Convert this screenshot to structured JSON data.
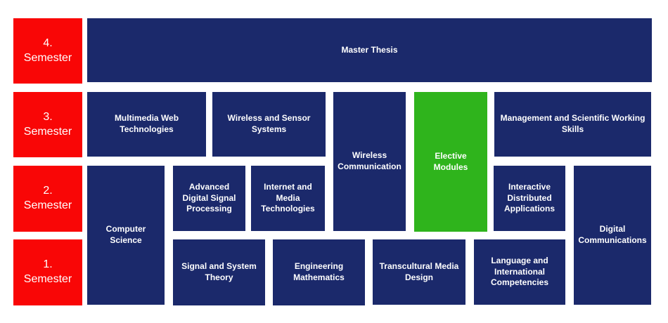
{
  "colors": {
    "semester_red": "#F90606",
    "module_blue": "#1B296B",
    "elective_green": "#2FB41C",
    "text_white": "#FFFFFF",
    "background": "#FFFFFF"
  },
  "semesters": {
    "s4": {
      "number": "4.",
      "word": "Semester"
    },
    "s3": {
      "number": "3.",
      "word": "Semester"
    },
    "s2": {
      "number": "2.",
      "word": "Semester"
    },
    "s1": {
      "number": "1.",
      "word": "Semester"
    }
  },
  "modules": {
    "master_thesis": "Master Thesis",
    "multimedia_web_technologies": "Multimedia Web Technologies",
    "wireless_and_sensor_systems": "Wireless and Sensor Systems",
    "wireless_communication": "Wireless Communication",
    "elective_modules": "Elective Modules",
    "management_and_scientific_working_skills": "Management and Scientific Working Skills",
    "computer_science": "Computer Science",
    "advanced_digital_signal_processing": "Advanced Digital Signal Processing",
    "internet_and_media_technologies": "Internet and Media Technologies",
    "interactive_distributed_applications": "Interactive Distributed Applications",
    "digital_communications": "Digital Communications",
    "signal_and_system_theory": "Signal and System Theory",
    "engineering_mathematics": "Engineering Mathematics",
    "transcultural_media_design": "Transcultural Media Design",
    "language_and_international_competencies": "Language and International Competencies"
  }
}
